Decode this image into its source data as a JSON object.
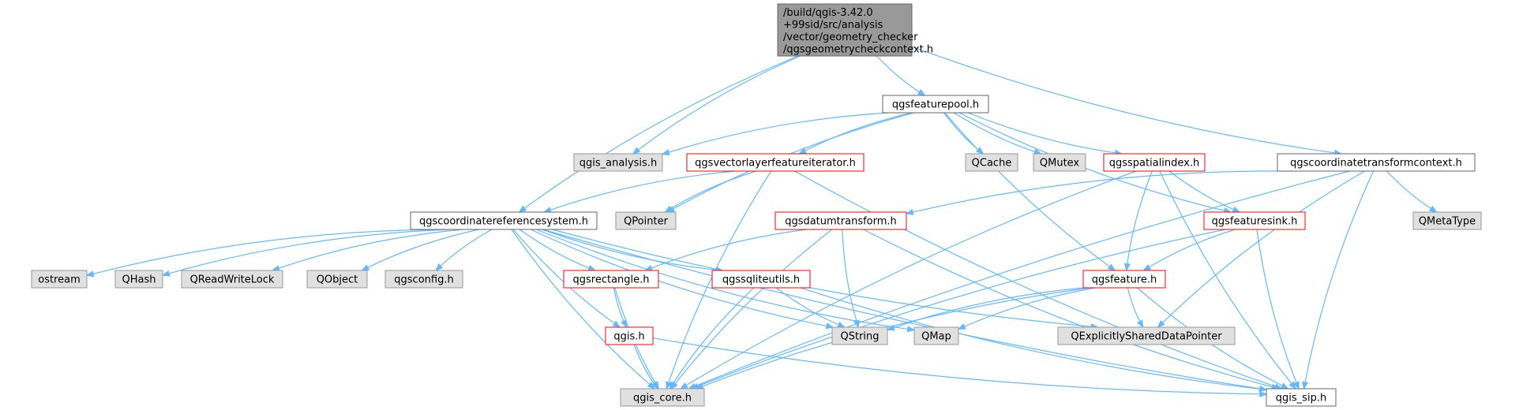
{
  "colors": {
    "edge": "#63b8ff",
    "root_fill": "#999999",
    "root_border": "#666666",
    "normal_fill": "#ffffff",
    "normal_border": "#666666",
    "missing_border": "#ff0000",
    "external_fill": "#e0e0e0",
    "external_border": "#999999"
  },
  "nodes": [
    {
      "id": "root",
      "lines": [
        "/build/qgis-3.42.0",
        "+99sid/src/analysis",
        "/vector/geometry_checker",
        "/qgsgeometrycheckcontext.h"
      ],
      "kind": "root"
    },
    {
      "id": "featurepool",
      "lines": [
        "qgsfeaturepool.h"
      ],
      "kind": "normal"
    },
    {
      "id": "analysis",
      "lines": [
        "qgis_analysis.h"
      ],
      "kind": "external"
    },
    {
      "id": "vlfi",
      "lines": [
        "qgsvectorlayerfeatureiterator.h"
      ],
      "kind": "missing"
    },
    {
      "id": "qcache",
      "lines": [
        "QCache"
      ],
      "kind": "external"
    },
    {
      "id": "qmutex",
      "lines": [
        "QMutex"
      ],
      "kind": "external"
    },
    {
      "id": "spatialindex",
      "lines": [
        "qgsspatialindex.h"
      ],
      "kind": "missing"
    },
    {
      "id": "ctc",
      "lines": [
        "qgscoordinatetransformcontext.h"
      ],
      "kind": "normal"
    },
    {
      "id": "crs",
      "lines": [
        "qgscoordinatereferencesystem.h"
      ],
      "kind": "normal"
    },
    {
      "id": "qpointer",
      "lines": [
        "QPointer"
      ],
      "kind": "external"
    },
    {
      "id": "datum",
      "lines": [
        "qgsdatumtransform.h"
      ],
      "kind": "missing"
    },
    {
      "id": "sink",
      "lines": [
        "qgsfeaturesink.h"
      ],
      "kind": "missing"
    },
    {
      "id": "qmetatype",
      "lines": [
        "QMetaType"
      ],
      "kind": "external"
    },
    {
      "id": "ostream",
      "lines": [
        "ostream"
      ],
      "kind": "external"
    },
    {
      "id": "qhash",
      "lines": [
        "QHash"
      ],
      "kind": "external"
    },
    {
      "id": "qrwlock",
      "lines": [
        "QReadWriteLock"
      ],
      "kind": "external"
    },
    {
      "id": "qobject",
      "lines": [
        "QObject"
      ],
      "kind": "external"
    },
    {
      "id": "qgsconfig",
      "lines": [
        "qgsconfig.h"
      ],
      "kind": "external"
    },
    {
      "id": "rect",
      "lines": [
        "qgsrectangle.h"
      ],
      "kind": "missing"
    },
    {
      "id": "sqlite",
      "lines": [
        "qgssqliteutils.h"
      ],
      "kind": "missing"
    },
    {
      "id": "feature",
      "lines": [
        "qgsfeature.h"
      ],
      "kind": "missing"
    },
    {
      "id": "qgis",
      "lines": [
        "qgis.h"
      ],
      "kind": "missing"
    },
    {
      "id": "qstring",
      "lines": [
        "QString"
      ],
      "kind": "external"
    },
    {
      "id": "qmap",
      "lines": [
        "QMap"
      ],
      "kind": "external"
    },
    {
      "id": "qesdp",
      "lines": [
        "QExplicitlySharedDataPointer"
      ],
      "kind": "external"
    },
    {
      "id": "core",
      "lines": [
        "qgis_core.h"
      ],
      "kind": "external"
    },
    {
      "id": "sip",
      "lines": [
        "qgis_sip.h"
      ],
      "kind": "normal"
    }
  ],
  "edges": [
    [
      "root",
      "featurepool"
    ],
    [
      "root",
      "analysis"
    ],
    [
      "root",
      "crs"
    ],
    [
      "root",
      "ctc"
    ],
    [
      "featurepool",
      "analysis"
    ],
    [
      "featurepool",
      "vlfi"
    ],
    [
      "featurepool",
      "qcache"
    ],
    [
      "featurepool",
      "qmutex"
    ],
    [
      "featurepool",
      "spatialindex"
    ],
    [
      "featurepool",
      "sink"
    ],
    [
      "featurepool",
      "feature"
    ],
    [
      "featurepool",
      "qpointer"
    ],
    [
      "vlfi",
      "crs"
    ],
    [
      "vlfi",
      "qpointer"
    ],
    [
      "vlfi",
      "sip"
    ],
    [
      "vlfi",
      "core"
    ],
    [
      "spatialindex",
      "sink"
    ],
    [
      "spatialindex",
      "feature"
    ],
    [
      "spatialindex",
      "sip"
    ],
    [
      "spatialindex",
      "core"
    ],
    [
      "ctc",
      "datum"
    ],
    [
      "ctc",
      "qmetatype"
    ],
    [
      "ctc",
      "sip"
    ],
    [
      "ctc",
      "core"
    ],
    [
      "ctc",
      "qesdp"
    ],
    [
      "crs",
      "ostream"
    ],
    [
      "crs",
      "qhash"
    ],
    [
      "crs",
      "qrwlock"
    ],
    [
      "crs",
      "qobject"
    ],
    [
      "crs",
      "qgsconfig"
    ],
    [
      "crs",
      "rect"
    ],
    [
      "crs",
      "sqlite"
    ],
    [
      "crs",
      "qgis"
    ],
    [
      "crs",
      "qstring"
    ],
    [
      "crs",
      "qmap"
    ],
    [
      "crs",
      "qesdp"
    ],
    [
      "crs",
      "core"
    ],
    [
      "crs",
      "sip"
    ],
    [
      "datum",
      "rect"
    ],
    [
      "datum",
      "qstring"
    ],
    [
      "datum",
      "core"
    ],
    [
      "datum",
      "sip"
    ],
    [
      "sink",
      "feature"
    ],
    [
      "sink",
      "core"
    ],
    [
      "sink",
      "sip"
    ],
    [
      "rect",
      "qgis"
    ],
    [
      "rect",
      "core"
    ],
    [
      "sqlite",
      "qstring"
    ],
    [
      "sqlite",
      "core"
    ],
    [
      "sqlite",
      "sip"
    ],
    [
      "feature",
      "qstring"
    ],
    [
      "feature",
      "qmap"
    ],
    [
      "feature",
      "qesdp"
    ],
    [
      "feature",
      "core"
    ],
    [
      "feature",
      "sip"
    ],
    [
      "qgis",
      "core"
    ],
    [
      "qgis",
      "sip"
    ]
  ]
}
